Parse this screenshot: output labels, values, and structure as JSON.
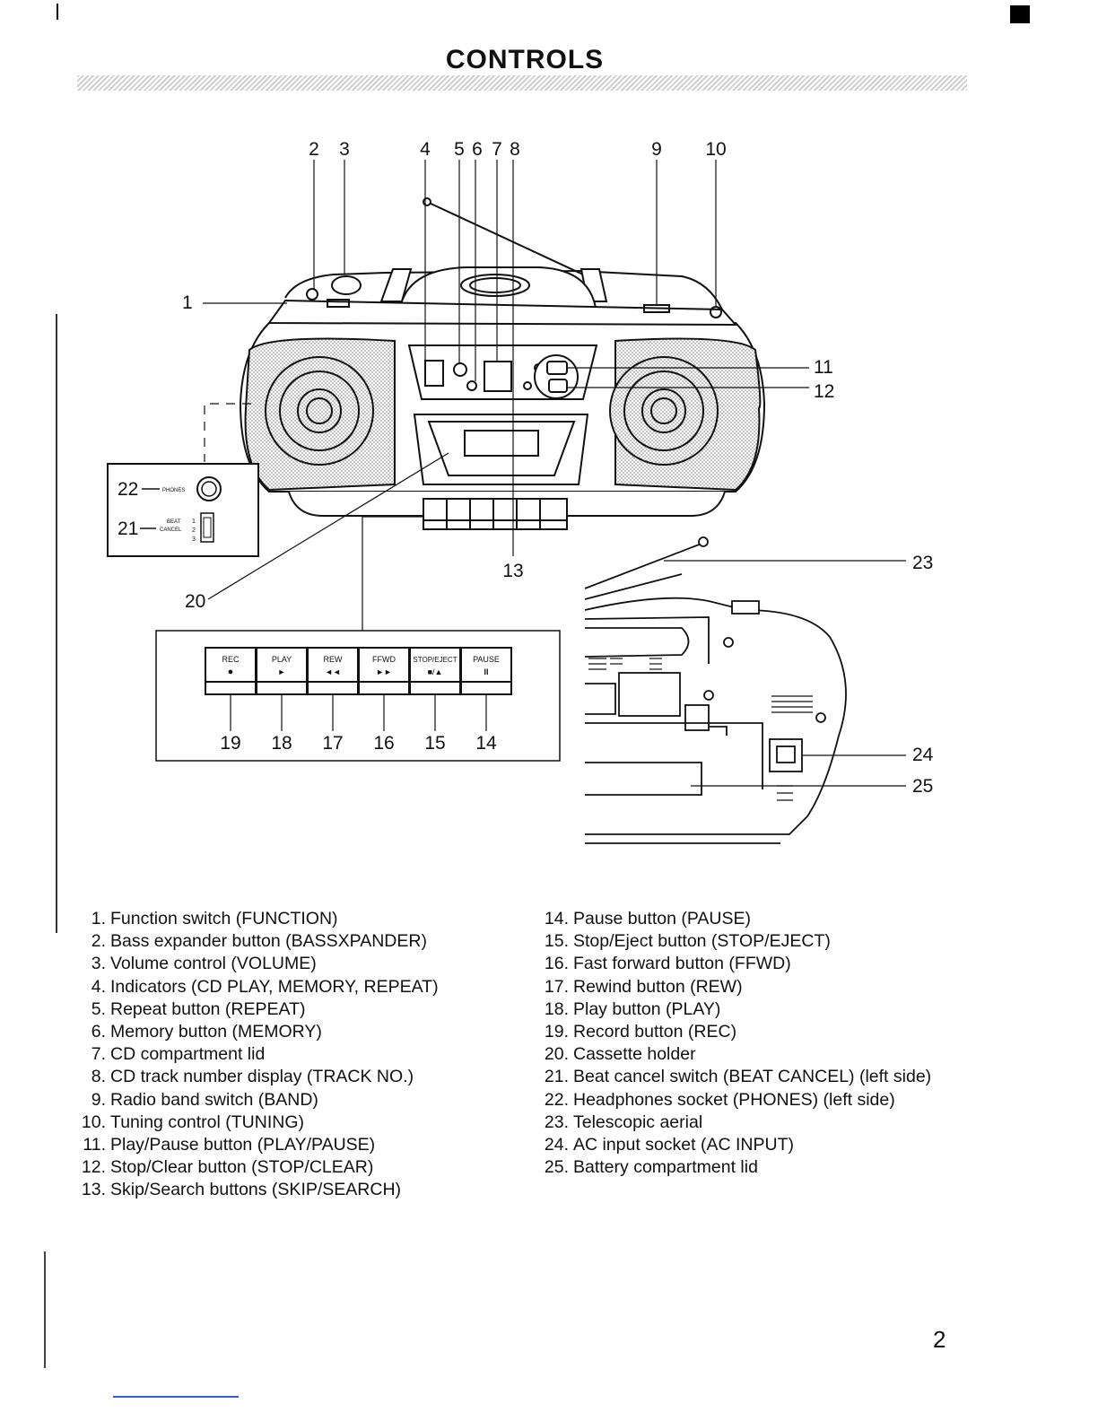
{
  "page": {
    "title": "CONTROLS",
    "page_number": "2"
  },
  "diagram": {
    "top_callouts": [
      "2",
      "3",
      "4",
      "5",
      "6",
      "7",
      "8",
      "9",
      "10"
    ],
    "side_callouts": [
      "1",
      "11",
      "12",
      "13",
      "20",
      "23",
      "24",
      "25"
    ],
    "inset_left": {
      "phones_label": "PHONES",
      "beat_label": "BEAT",
      "cancel_label": "CANCEL",
      "positions": [
        "1",
        "2",
        "3"
      ],
      "callout_22": "22",
      "callout_21": "21"
    },
    "cassette_buttons": [
      {
        "label": "REC",
        "symbol": "●",
        "callout": "19"
      },
      {
        "label": "PLAY",
        "symbol": "►",
        "callout": "18"
      },
      {
        "label": "REW",
        "symbol": "◄◄",
        "callout": "17"
      },
      {
        "label": "FFWD",
        "symbol": "►►",
        "callout": "16"
      },
      {
        "label": "STOP/EJECT",
        "symbol": "■/▲",
        "callout": "15"
      },
      {
        "label": "PAUSE",
        "symbol": "II",
        "callout": "14"
      }
    ]
  },
  "legend": {
    "left": [
      {
        "num": "1.",
        "text": "Function switch (FUNCTION)"
      },
      {
        "num": "2.",
        "text": "Bass expander button (BASSXPANDER)"
      },
      {
        "num": "3.",
        "text": "Volume control (VOLUME)"
      },
      {
        "num": "4.",
        "text": "Indicators (CD PLAY, MEMORY, REPEAT)"
      },
      {
        "num": "5.",
        "text": "Repeat button (REPEAT)"
      },
      {
        "num": "6.",
        "text": "Memory button (MEMORY)"
      },
      {
        "num": "7.",
        "text": "CD compartment lid"
      },
      {
        "num": "8.",
        "text": "CD track number display (TRACK NO.)"
      },
      {
        "num": "9.",
        "text": "Radio band switch (BAND)"
      },
      {
        "num": "10.",
        "text": "Tuning control (TUNING)"
      },
      {
        "num": "11.",
        "text": "Play/Pause button (PLAY/PAUSE)"
      },
      {
        "num": "12.",
        "text": "Stop/Clear button (STOP/CLEAR)"
      },
      {
        "num": "13.",
        "text": "Skip/Search buttons (SKIP/SEARCH)"
      }
    ],
    "right": [
      {
        "num": "14.",
        "text": "Pause button (PAUSE)"
      },
      {
        "num": "15.",
        "text": "Stop/Eject button (STOP/EJECT)"
      },
      {
        "num": "16.",
        "text": "Fast forward button (FFWD)"
      },
      {
        "num": "17.",
        "text": "Rewind button (REW)"
      },
      {
        "num": "18.",
        "text": "Play button (PLAY)"
      },
      {
        "num": "19.",
        "text": "Record button (REC)"
      },
      {
        "num": "20.",
        "text": "Cassette holder"
      },
      {
        "num": "21.",
        "text": "Beat cancel switch (BEAT CANCEL) (left side)"
      },
      {
        "num": "22.",
        "text": "Headphones socket (PHONES) (left side)"
      },
      {
        "num": "23.",
        "text": "Telescopic aerial"
      },
      {
        "num": "24.",
        "text": "AC input socket (AC INPUT)"
      },
      {
        "num": "25.",
        "text": "Battery compartment lid"
      }
    ]
  }
}
